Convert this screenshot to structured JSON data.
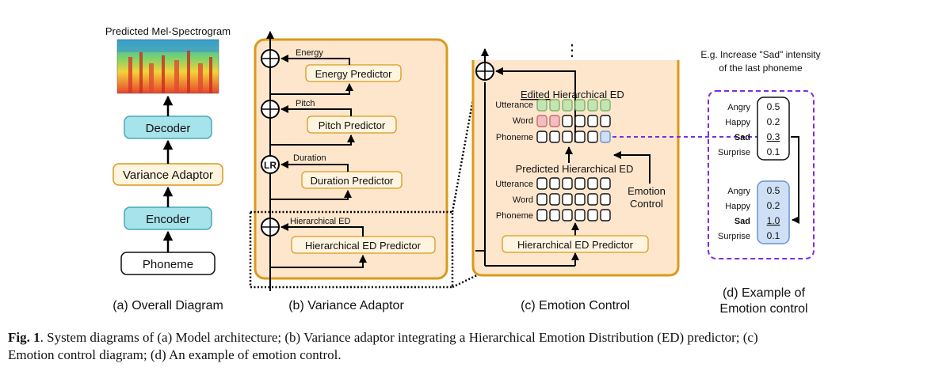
{
  "panel_a": {
    "spectrogram_title": "Predicted Mel-Spectrogram",
    "decoder": "Decoder",
    "variance_adaptor": "Variance Adaptor",
    "encoder": "Encoder",
    "phoneme": "Phoneme",
    "label": "(a) Overall Diagram"
  },
  "panel_b": {
    "energy_label": "Energy",
    "energy_predictor": "Energy Predictor",
    "pitch_label": "Pitch",
    "pitch_predictor": "Pitch Predictor",
    "lr": "LR",
    "duration_label": "Duration",
    "duration_predictor": "Duration Predictor",
    "hed_label": "Hierarchical ED",
    "hed_predictor": "Hierarchical ED Predictor",
    "label": "(b) Variance Adaptor"
  },
  "panel_c": {
    "dots": "⋮",
    "edited_word": "Edited",
    "edited_rest": " Hierarchical ED",
    "utterance": "Utterance",
    "word": "Word",
    "phoneme": "Phoneme",
    "predicted_title": "Predicted Hierarchical ED",
    "emotion_control_1": "Emotion",
    "emotion_control_2": "Control",
    "hed_predictor": "Hierarchical ED Predictor",
    "label": "(c) Emotion Control"
  },
  "panel_d": {
    "header_1": "E.g. Increase \"Sad\" intensity",
    "header_2": "of the last phoneme",
    "before": [
      {
        "emotion": "Angry",
        "value": "0.5"
      },
      {
        "emotion": "Happy",
        "value": "0.2"
      },
      {
        "emotion": "Sad",
        "value": "0.3"
      },
      {
        "emotion": "Surprise",
        "value": "0.1"
      }
    ],
    "after": [
      {
        "emotion": "Angry",
        "value": "0.5"
      },
      {
        "emotion": "Happy",
        "value": "0.2"
      },
      {
        "emotion": "Sad",
        "value": "1.0"
      },
      {
        "emotion": "Surprise",
        "value": "0.1"
      }
    ],
    "label_1": "(d) Example of",
    "label_2": "Emotion control"
  },
  "caption": {
    "bold": "Fig. 1",
    "line1": ". System diagrams of (a) Model architecture; (b) Variance adaptor integrating a Hierarchical Emotion Distribution (ED) predictor; (c)",
    "line2": "Emotion control diagram; (d) An example of emotion control."
  },
  "colors": {
    "orange_border": "#d99a1c",
    "orange_fill": "#fde6cc",
    "cyan_fill": "#a6e3ea",
    "cyan_border": "#47a9b6",
    "green_fill": "#c4e5b3",
    "green_border": "#7fb26a",
    "red_fill": "#f1bfbf",
    "red_border": "#cf6a6a",
    "blue_fill": "#cfe0f6",
    "blue_border": "#6a93c9",
    "purple": "#7a2ee0"
  }
}
